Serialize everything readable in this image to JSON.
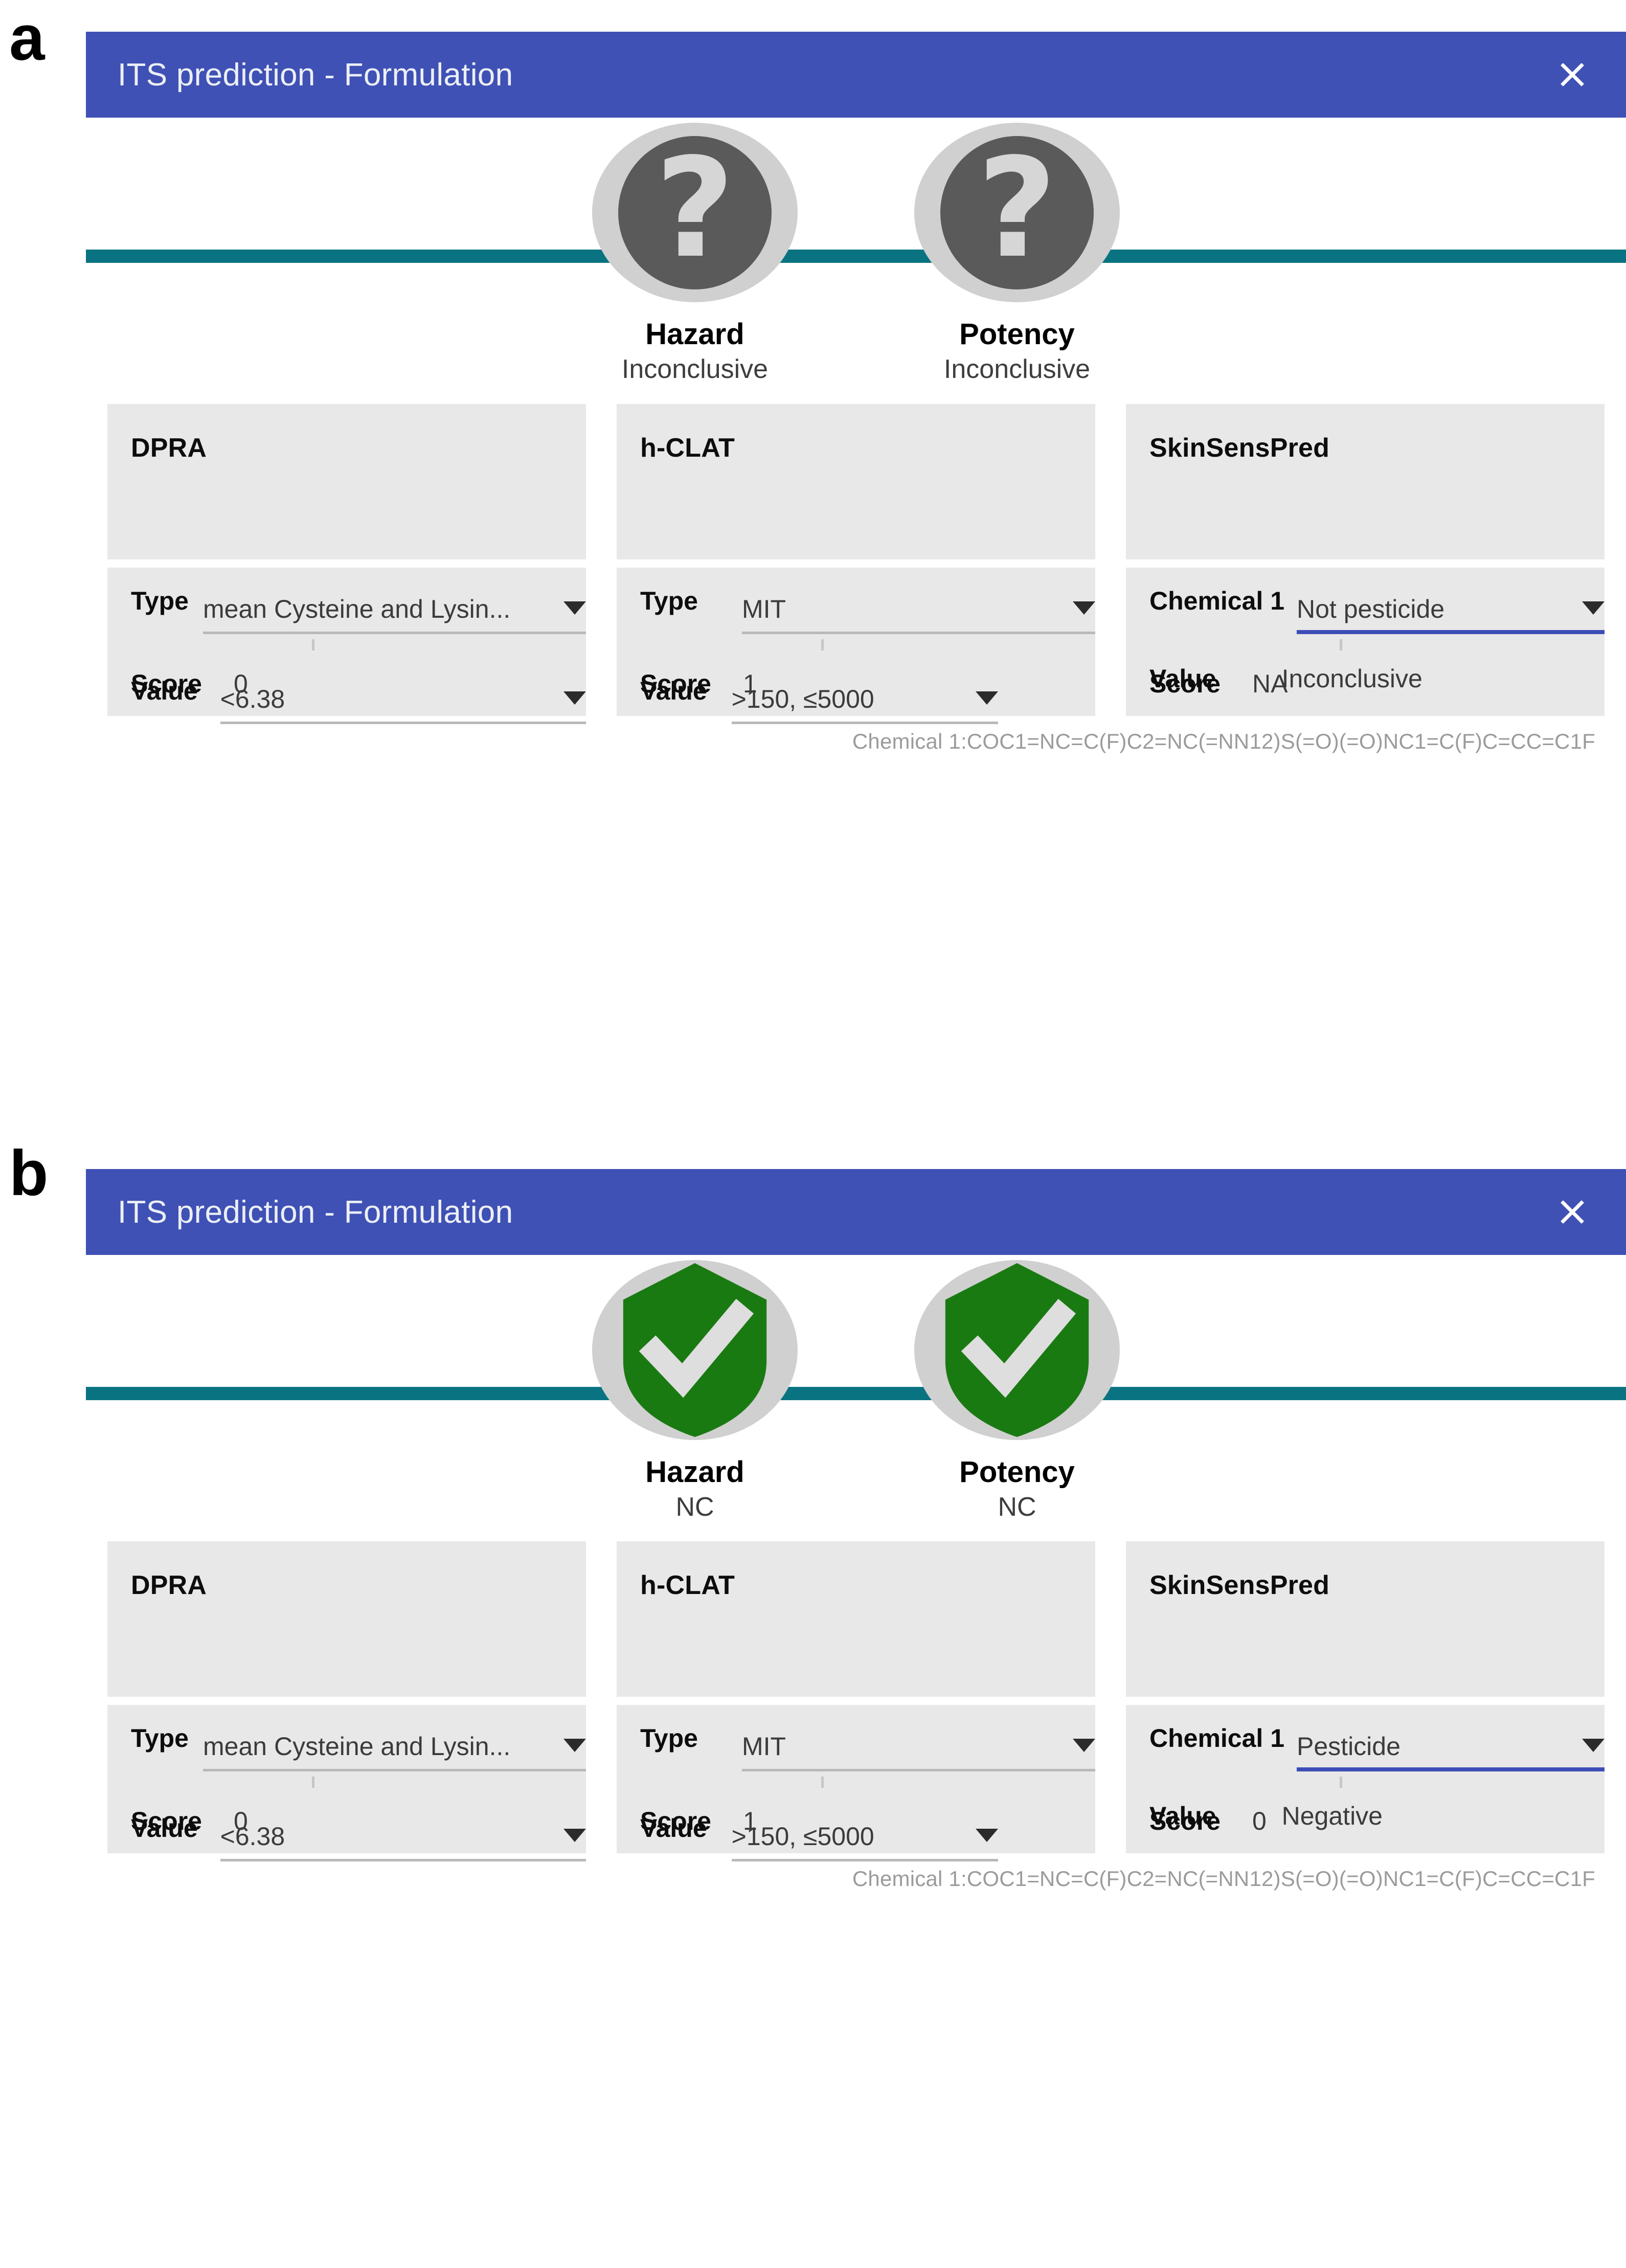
{
  "panels": [
    {
      "letter": "a",
      "header": {
        "title": "ITS prediction - Formulation",
        "close_icon": "close-icon"
      },
      "verdict": {
        "icon_kind": "question-mark",
        "items": [
          {
            "label": "Hazard",
            "value": "Inconclusive"
          },
          {
            "label": "Potency",
            "value": "Inconclusive"
          }
        ]
      },
      "cards": [
        {
          "title": "DPRA",
          "rows": [
            {
              "label": "Type",
              "value": "mean Cysteine and Lysin...",
              "control": "select",
              "focused": false
            },
            {
              "label": "Value",
              "value": "<6.38",
              "control": "select",
              "focused": false
            }
          ],
          "score_label": "Score",
          "score_value": "0"
        },
        {
          "title": "h-CLAT",
          "rows": [
            {
              "label": "Type",
              "value": "MIT",
              "control": "select",
              "focused": false
            },
            {
              "label": "Value",
              "value": ">150, ≤5000",
              "control": "select",
              "focused": false
            }
          ],
          "score_label": "Score",
          "score_value": "1"
        },
        {
          "title": "SkinSensPred",
          "rows": [
            {
              "label": "Chemical 1",
              "value": "Not pesticide",
              "control": "select",
              "focused": true
            },
            {
              "label": "Value",
              "value": "Inconclusive",
              "control": "text",
              "focused": false
            }
          ],
          "score_label": "Score",
          "score_value": "NA"
        }
      ],
      "smiles": "Chemical 1:COC1=NC=C(F)C2=NC(=NN12)S(=O)(=O)NC1=C(F)C=CC=C1F"
    },
    {
      "letter": "b",
      "header": {
        "title": "ITS prediction - Formulation",
        "close_icon": "close-icon"
      },
      "verdict": {
        "icon_kind": "shield-check",
        "items": [
          {
            "label": "Hazard",
            "value": "NC"
          },
          {
            "label": "Potency",
            "value": "NC"
          }
        ]
      },
      "cards": [
        {
          "title": "DPRA",
          "rows": [
            {
              "label": "Type",
              "value": "mean Cysteine and Lysin...",
              "control": "select",
              "focused": false
            },
            {
              "label": "Value",
              "value": "<6.38",
              "control": "select",
              "focused": false
            }
          ],
          "score_label": "Score",
          "score_value": "0"
        },
        {
          "title": "h-CLAT",
          "rows": [
            {
              "label": "Type",
              "value": "MIT",
              "control": "select",
              "focused": false
            },
            {
              "label": "Value",
              "value": ">150, ≤5000",
              "control": "select",
              "focused": false
            }
          ],
          "score_label": "Score",
          "score_value": "1"
        },
        {
          "title": "SkinSensPred",
          "rows": [
            {
              "label": "Chemical 1",
              "value": "Pesticide",
              "control": "select",
              "focused": true
            },
            {
              "label": "Value",
              "value": "Negative",
              "control": "text",
              "focused": false
            }
          ],
          "score_label": "Score",
          "score_value": "0"
        }
      ],
      "smiles": "Chemical 1:COC1=NC=C(F)C2=NC(=NN12)S(=O)(=O)NC1=C(F)C=CC=C1F"
    }
  ],
  "colors": {
    "header_blue": "#3f51b5",
    "teal_line": "#0a7382",
    "card_grey": "#e8e8e8",
    "shield_green": "#1a7a12",
    "badge_ring_grey": "#d0d0d0",
    "unknown_disc_grey": "#5a5a5a",
    "focus_underline": "#3d4db7"
  }
}
